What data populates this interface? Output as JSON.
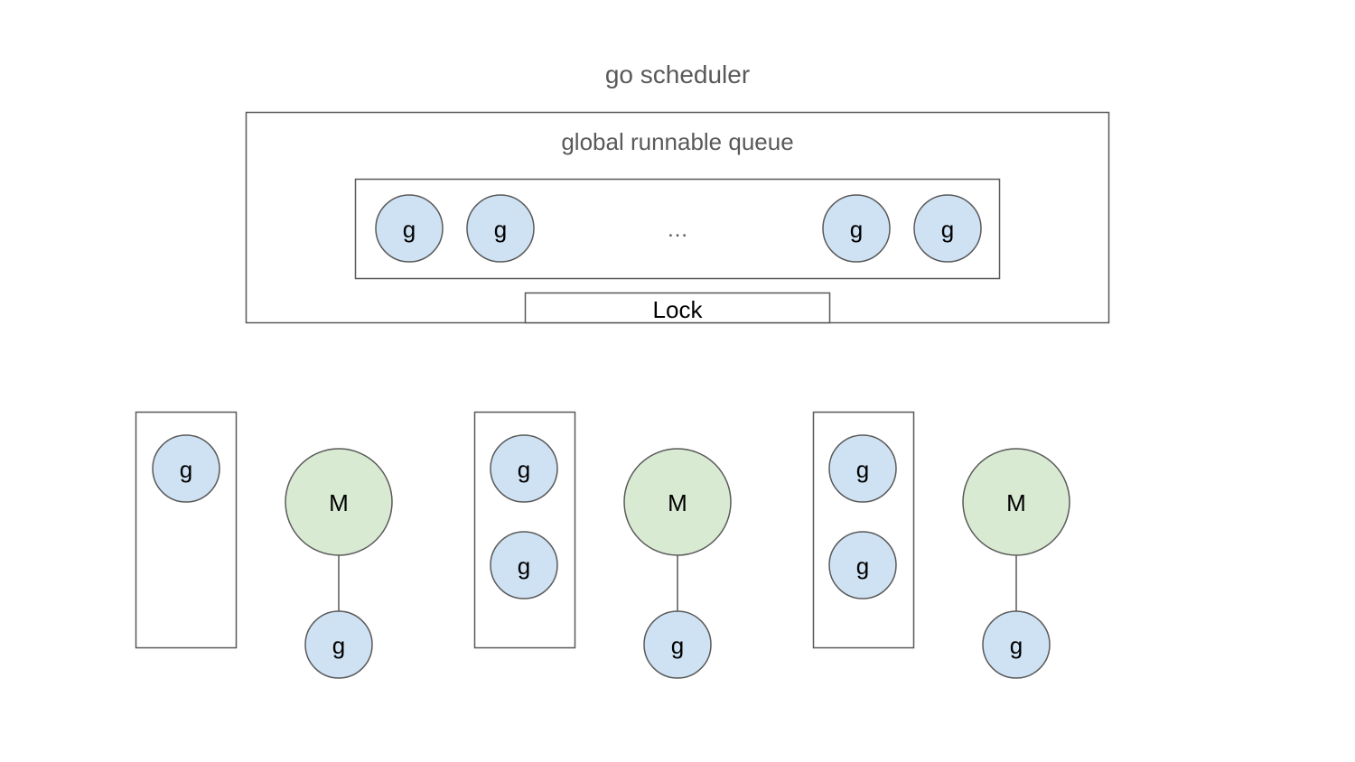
{
  "title": "go scheduler",
  "global_queue": {
    "label": "global runnable queue",
    "goroutines": [
      "g",
      "g",
      "g",
      "g"
    ],
    "ellipsis": "…",
    "lock_label": "Lock"
  },
  "processors": [
    {
      "local_queue": [
        "g"
      ],
      "machine_label": "M",
      "running": "g"
    },
    {
      "local_queue": [
        "g",
        "g"
      ],
      "machine_label": "M",
      "running": "g"
    },
    {
      "local_queue": [
        "g",
        "g"
      ],
      "machine_label": "M",
      "running": "g"
    }
  ],
  "colors": {
    "goroutine_fill": "#cfe2f3",
    "machine_fill": "#d9ead3",
    "stroke": "#595959"
  }
}
